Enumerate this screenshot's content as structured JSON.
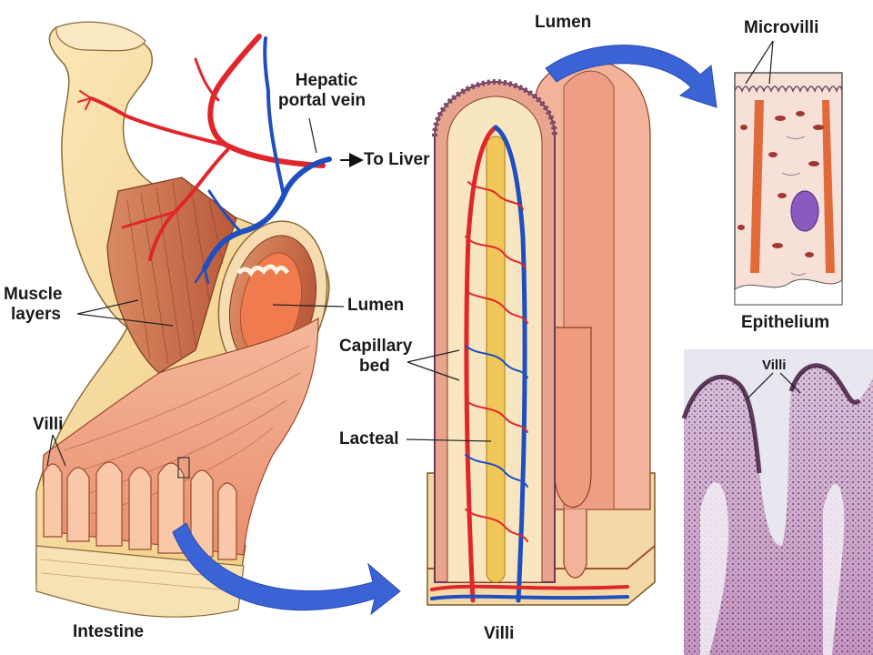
{
  "labels": {
    "hepatic_portal_vein_1": "Hepatic",
    "hepatic_portal_vein_2": "portal vein",
    "to_liver": "To Liver",
    "muscle_layers_1": "Muscle",
    "muscle_layers_2": "layers",
    "lumen_intestine": "Lumen",
    "capillary_bed_1": "Capillary",
    "capillary_bed_2": "bed",
    "lacteal": "Lacteal",
    "villi_intestine": "Villi",
    "intestine": "Intestine",
    "villi_center": "Villi",
    "lumen_top": "Lumen",
    "microvilli": "Microvilli",
    "epithelium": "Epithelium",
    "villi_micrograph": "Villi"
  },
  "colors": {
    "artery": "#e0262b",
    "vein": "#1f4fbf",
    "arrow": "#3a63d6",
    "intestine_outer": "#f7dca0",
    "muscle": "#cf7350",
    "mucosa": "#f0a98a",
    "lacteal": "#f2c75a",
    "histology": "#c06a9a"
  }
}
